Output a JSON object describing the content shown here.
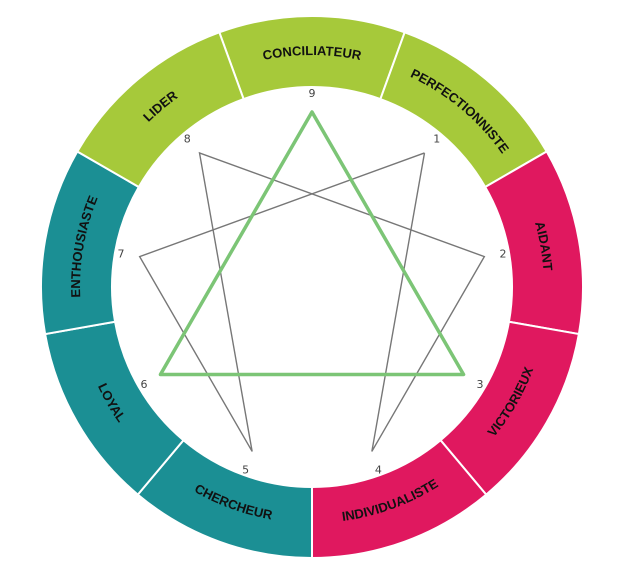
{
  "diagram": {
    "type": "enneagram",
    "segments": [
      {
        "label": "CONCILIATEUR",
        "color": "#a6c93a"
      },
      {
        "label": "PERFECTIONNISTE",
        "color": "#a6c93a"
      },
      {
        "label": "AIDANT",
        "color": "#e0185f"
      },
      {
        "label": "VICTORIEUX",
        "color": "#e0185f"
      },
      {
        "label": "INDIVIDUALISTE",
        "color": "#e0185f"
      },
      {
        "label": "CHERCHEUR",
        "color": "#1b8f94"
      },
      {
        "label": "LOYAL",
        "color": "#1b8f94"
      },
      {
        "label": "ENTHOUSIASTE",
        "color": "#1b8f94"
      },
      {
        "label": "LIDER",
        "color": "#a6c93a"
      }
    ],
    "points": [
      "9",
      "1",
      "2",
      "3",
      "4",
      "5",
      "6",
      "7",
      "8"
    ],
    "triangle": [
      "9",
      "3",
      "6"
    ],
    "hexad": [
      "1",
      "4",
      "2",
      "8",
      "5",
      "7",
      "1"
    ],
    "triangle_color": "#7cc576",
    "hexad_color": "#777777"
  }
}
